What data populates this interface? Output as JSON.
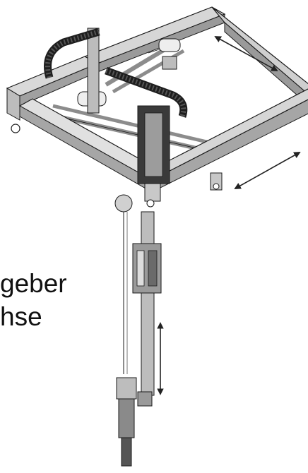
{
  "labels": {
    "line1": "geber",
    "line2": "hse"
  },
  "colors": {
    "outline": "#1a1a1a",
    "profile_face": "#d6d6d6",
    "profile_side": "#9a9a9a",
    "rod": "#8c8c8c",
    "chain": "#1e1e1e",
    "arrow": "#222222"
  },
  "arrows": [
    {
      "name": "arrow-x-axis",
      "direction": "double-headed"
    },
    {
      "name": "arrow-y-axis",
      "direction": "double-headed"
    },
    {
      "name": "arrow-z-axis",
      "direction": "double-headed"
    }
  ]
}
